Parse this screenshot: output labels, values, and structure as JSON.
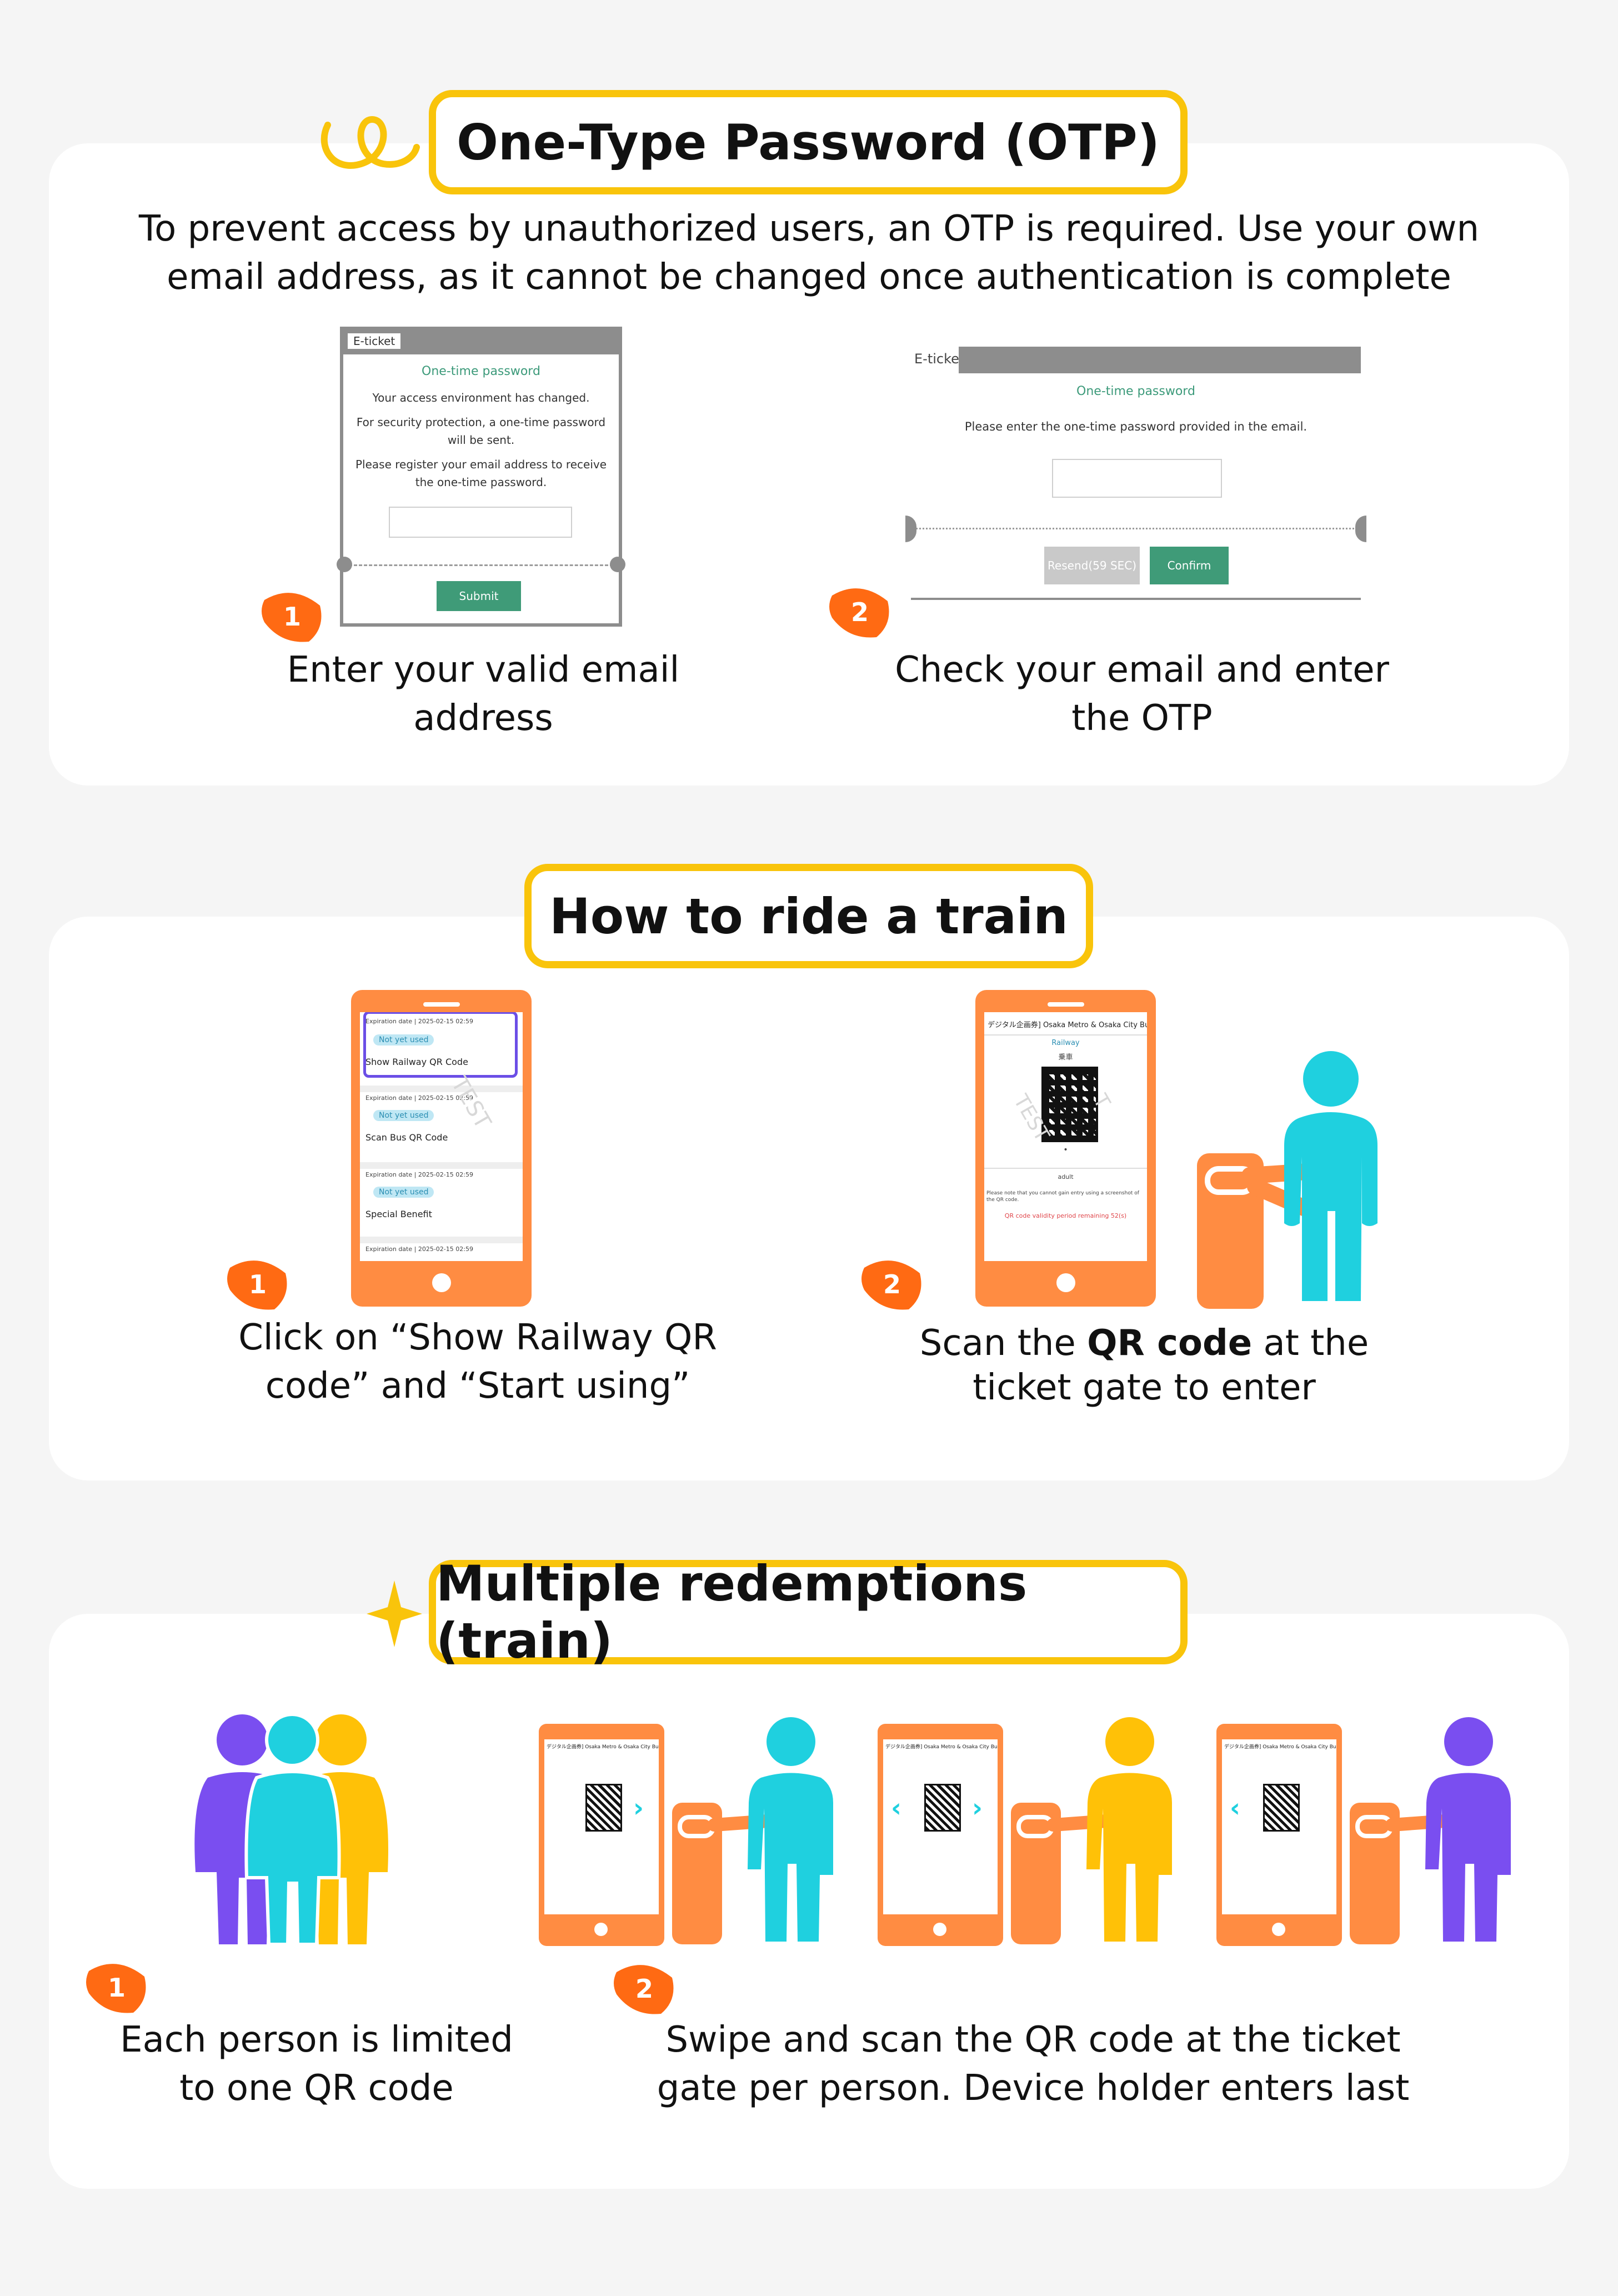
{
  "sections": {
    "otp": {
      "title": "One-Type Password (OTP)",
      "intro_line1": "To prevent access by unauthorized users, an OTP is required. Use your own",
      "intro_line2": "email address, as it cannot be changed once authentication is complete",
      "shot1": {
        "header": "E-ticket",
        "heading": "One-time password",
        "line1": "Your access environment has changed.",
        "line2": "For security protection, a one-time password",
        "line3": "will be sent.",
        "line4": "Please register your email address to receive",
        "line5": "the one-time password.",
        "button": "Submit"
      },
      "shot2": {
        "header": "E-ticket",
        "heading": "One-time password",
        "line1": "Please enter the one-time password provided in the email.",
        "resend": "Resend(59 SEC)",
        "confirm": "Confirm"
      },
      "steps": [
        {
          "number": "1",
          "line1": "Enter your valid email",
          "line2": "address"
        },
        {
          "number": "2",
          "line1": "Check your email and enter",
          "line2": "the OTP"
        }
      ]
    },
    "train": {
      "title": "How to ride a train",
      "phone1": {
        "expiry1": "Expiration date | 2025-02-15 02:59",
        "tag1": "Not yet used",
        "item1": "Show Railway QR Code",
        "expiry2": "Expiration date | 2025-02-15 02:59",
        "tag2": "Not yet used",
        "item2": "Scan Bus QR Code",
        "expiry3": "Expiration date | 2025-02-15 02:59",
        "tag3": "Not yet used",
        "item3": "Special Benefit",
        "expiry4": "Expiration date | 2025-02-15 02:59",
        "watermark": "TEST"
      },
      "phone2": {
        "header": "デジタル企画券] Osaka Metro & Osaka City Bus Pa",
        "sub1": "Railway",
        "sub2": "乗車",
        "label": "adult",
        "note": "Please note that you cannot gain entry using a screenshot of the QR code.",
        "timer": "QR code validity period remaining 52(s)",
        "watermark": "TEST"
      },
      "steps": [
        {
          "number": "1",
          "line1": "Click on “Show Railway QR",
          "line2": "code” and “Start using”"
        },
        {
          "number": "2",
          "line1a": "Scan the ",
          "line1b": "QR code",
          "line1c": " at the",
          "line2": "ticket gate to enter"
        }
      ]
    },
    "multi": {
      "title": "Multiple redemptions (train)",
      "mini_header": "デジタル企画券] Osaka Metro & Osaka City Bus Pa",
      "steps": [
        {
          "number": "1",
          "line1": "Each person is limited",
          "line2": "to one QR code"
        },
        {
          "number": "2",
          "line1": "Swipe and scan the QR code at the ticket",
          "line2": "gate per person. Device holder enters last"
        }
      ]
    }
  },
  "colors": {
    "yellow": "#f9c40b",
    "orange": "#ff8c42",
    "badge_orange": "#ff6a13",
    "cyan": "#1fd0df",
    "purple": "#7a4ef0",
    "gold": "#ffc107",
    "green": "#3f9b78"
  }
}
